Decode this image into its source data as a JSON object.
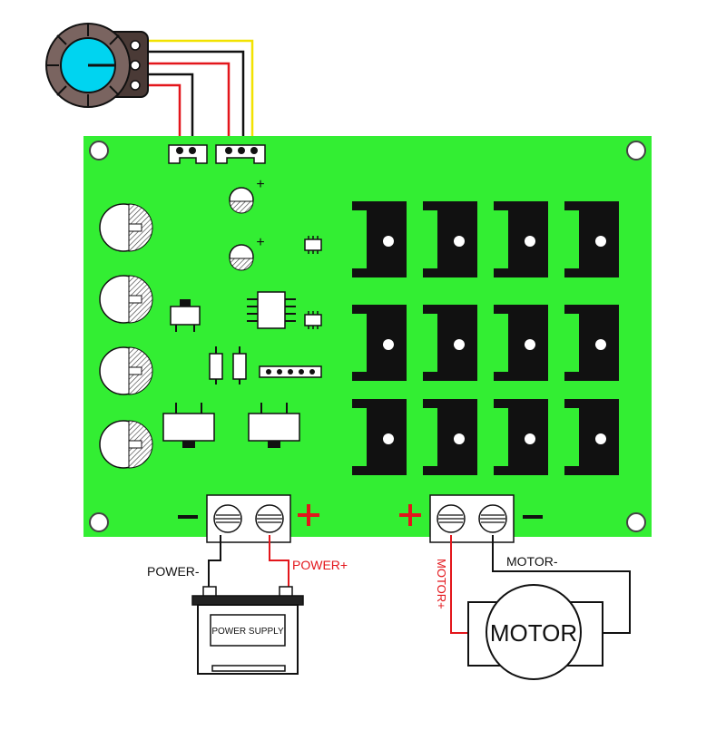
{
  "board": {
    "color": "#33ee33",
    "terminal_power": {
      "minus_sign": "−",
      "plus_sign": "+"
    },
    "terminal_motor": {
      "minus_sign": "−",
      "plus_sign": "+"
    },
    "small_plus": "+"
  },
  "labels": {
    "power_minus": "POWER-",
    "power_plus": "POWER+",
    "motor_plus": "MOTOR+",
    "motor_minus": "MOTOR-",
    "power_supply": "POWER SUPPLY",
    "motor": "MOTOR"
  },
  "colors": {
    "wire_red": "#e3161b",
    "wire_black": "#111111",
    "wire_yellow": "#f2e200",
    "plus_red": "#e3161b",
    "knob_cyan": "#00d4f0"
  }
}
